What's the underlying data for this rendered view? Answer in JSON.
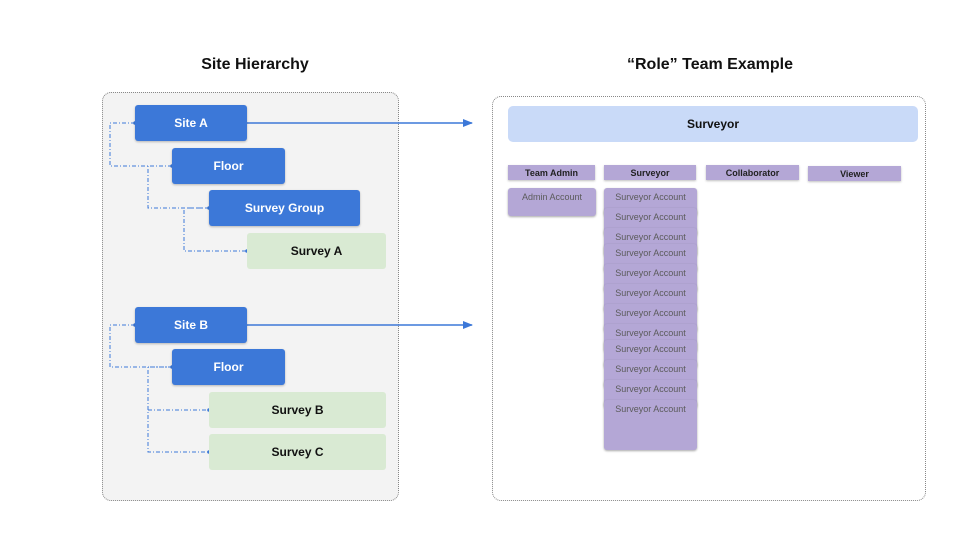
{
  "hierarchy": {
    "title": "Site Hierarchy",
    "site_a": "Site A",
    "floor_a": "Floor",
    "survey_group": "Survey Group",
    "survey_a": "Survey A",
    "site_b": "Site B",
    "floor_b": "Floor",
    "survey_b": "Survey B",
    "survey_c": "Survey C"
  },
  "role_team": {
    "title": "“Role” Team Example",
    "banner": "Surveyor",
    "roles": [
      "Team Admin",
      "Surveyor",
      "Collaborator",
      "Viewer"
    ],
    "admin_account": "Admin Account",
    "surveyor_accounts": [
      "Surveyor Account",
      "Surveyor Account",
      "Surveyor Account",
      "Surveyor Account",
      "Surveyor Account",
      "Surveyor Account",
      "Surveyor Account",
      "Surveyor Account",
      "Surveyor Account",
      "Surveyor Account",
      "Surveyor Account",
      "Surveyor Account"
    ]
  },
  "colors": {
    "node_blue": "#3c78d8",
    "node_green": "#d9ead3",
    "banner_blue": "#c9daf8",
    "role_purple": "#b4a7d6",
    "connector": "#3c78d8"
  }
}
